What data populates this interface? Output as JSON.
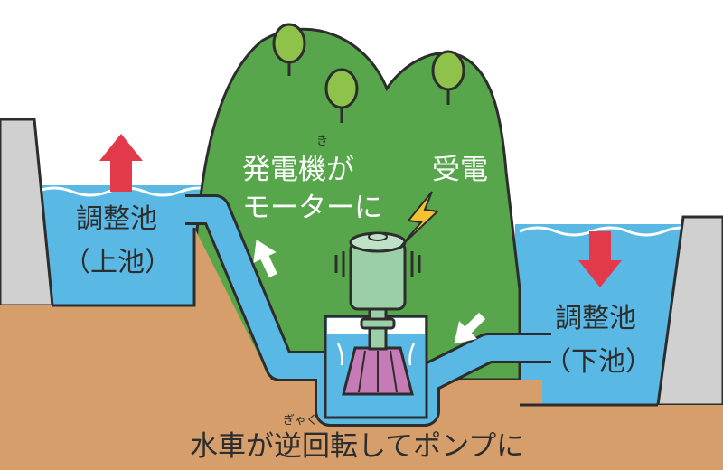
{
  "labels": {
    "upper_pond_name": "調整池",
    "upper_pond_sub": "（上池）",
    "lower_pond_name": "調整池",
    "lower_pond_sub": "（下池）",
    "generator_line1": "発電機が",
    "generator_line2": "モーターに",
    "generator_ruby": "き",
    "power_receive": "受電",
    "caption": "水車が逆回転してポンプに",
    "caption_ruby": "ぎゃく"
  },
  "colors": {
    "water": "#5ab8e4",
    "ground": "#d59e6b",
    "mountain": "#57a64b",
    "tree": "#8fc24a",
    "outline": "#2d2d2d",
    "arrow_red": "#e23a4a",
    "arrow_white": "#ffffff",
    "generator": "#9bcfa8",
    "runner": "#c77bb6",
    "lightning": "#f2c230",
    "dam": "#d0d0d0"
  },
  "icons": {
    "upper_arrow": "arrow-up-icon",
    "lower_arrow": "arrow-down-icon",
    "flow_arrow_1": "flow-arrow-up-icon",
    "flow_arrow_2": "flow-arrow-left-icon",
    "lightning": "lightning-icon"
  }
}
